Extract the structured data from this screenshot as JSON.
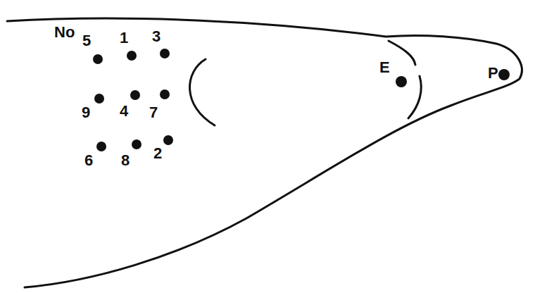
{
  "diagram": {
    "labels": [
      "No",
      "5",
      "1",
      "3",
      "9",
      "4",
      "7",
      "6",
      "8",
      "2",
      "E",
      "P"
    ]
  }
}
